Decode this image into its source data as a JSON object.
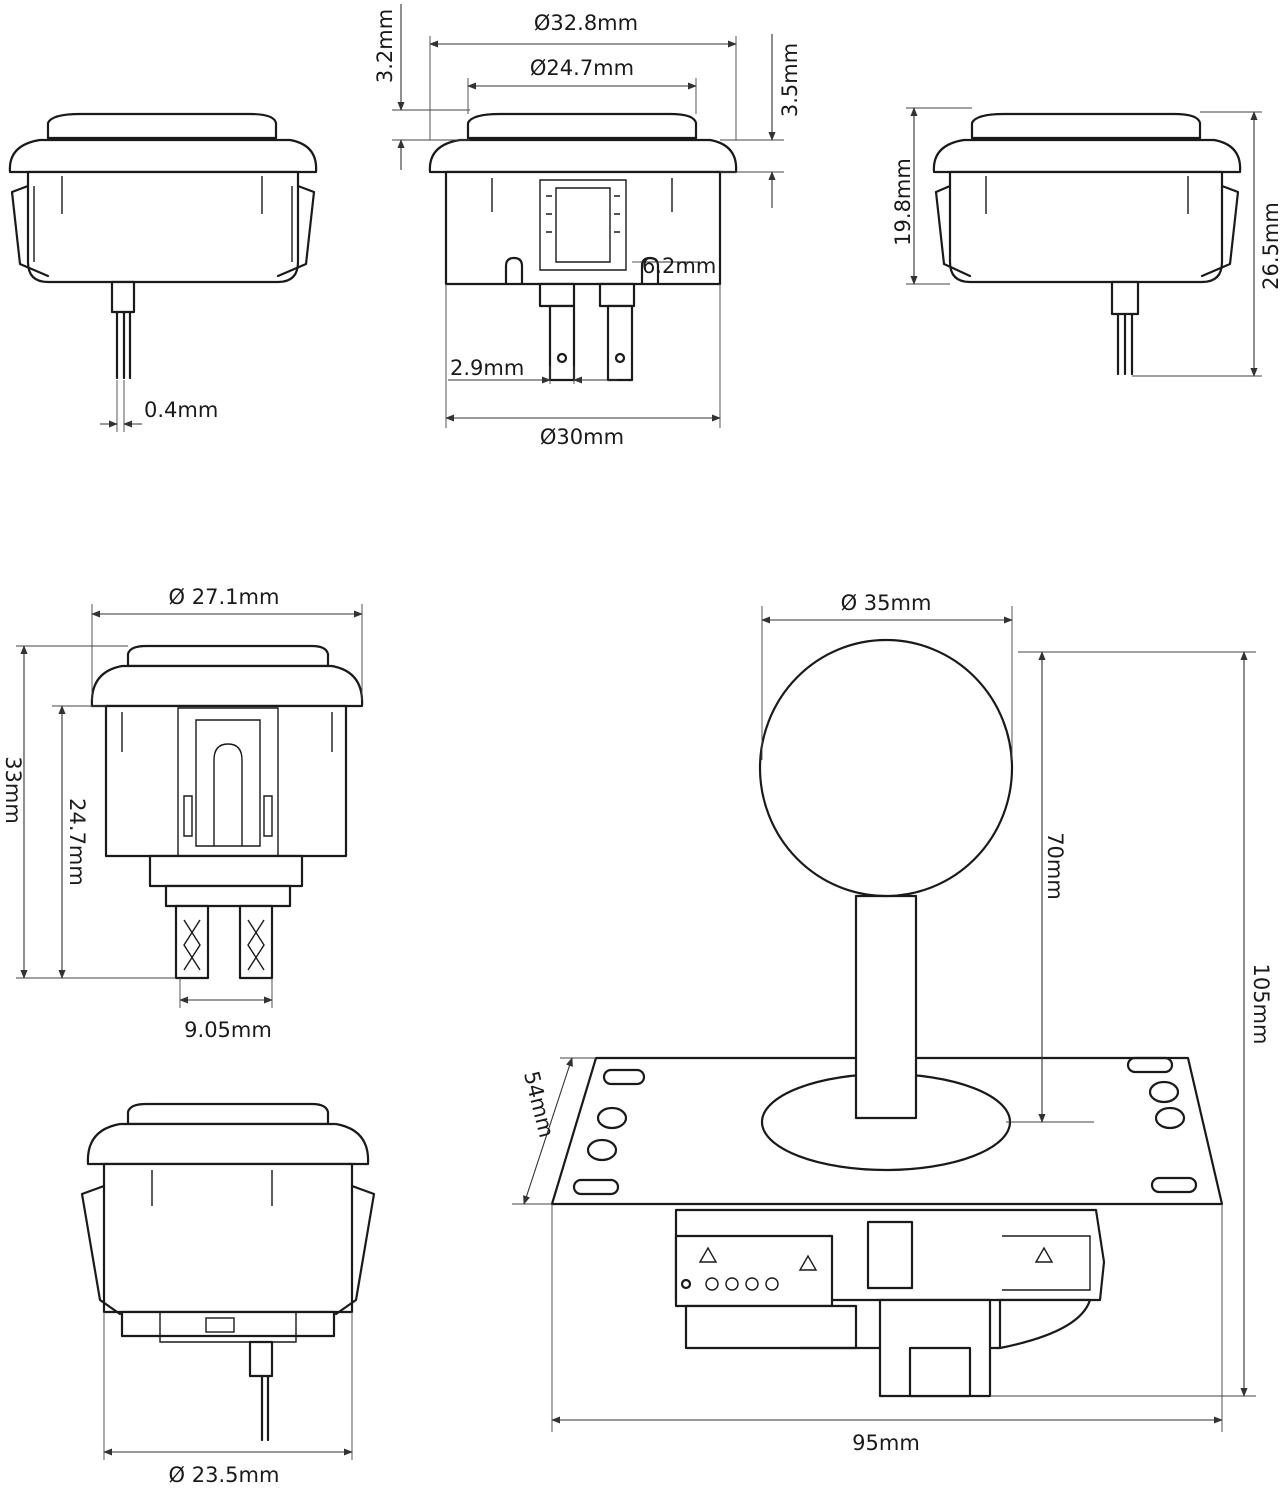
{
  "dimensions": {
    "button_side_pin_width": "0.4mm",
    "button_top_bezel_height": "3.2mm",
    "button_bezel_diameter": "Ø32.8mm",
    "button_plunger_diameter": "Ø24.7mm",
    "button_plunger_height": "3.5mm",
    "button_terminal_length": "6.2mm",
    "button_terminal_width": "2.9mm",
    "button_body_diameter": "Ø30mm",
    "button_body_height": "19.8mm",
    "button_total_height": "26.5mm",
    "small_button_bezel_diameter": "Ø 27.1mm",
    "small_button_total_height": "33mm",
    "small_button_body_height": "24.7mm",
    "small_button_terminal_spacing": "9.05mm",
    "small_button_body_diameter": "Ø 23.5mm",
    "joystick_ball_diameter": "Ø 35mm",
    "joystick_shaft_height": "70mm",
    "joystick_total_height": "105mm",
    "joystick_plate_depth": "54mm",
    "joystick_plate_width": "95mm"
  },
  "colors": {
    "line": "#1a1a1a",
    "background": "#ffffff"
  }
}
